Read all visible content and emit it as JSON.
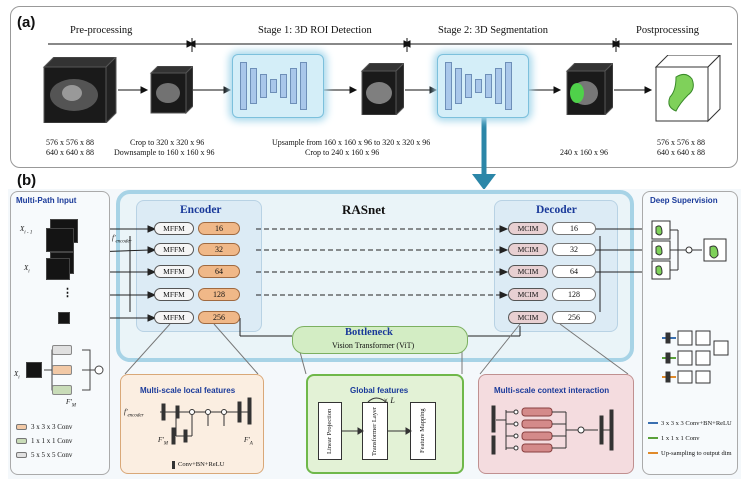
{
  "panel_a": {
    "label": "(a)",
    "stages": [
      "Pre-processing",
      "Stage 1: 3D ROI Detection",
      "Stage 2: 3D Segmentation",
      "Postprocessing"
    ],
    "captions": {
      "input_dims": [
        "576 x 576 x 88",
        "640 x 640 x 88"
      ],
      "crop": [
        "Crop to 320 x 320 x 96",
        "Downsample to 160 x 160 x 96"
      ],
      "upsample": [
        "Upsample from 160 x 160 x 96 to 320 x 320 x 96",
        "Crop to 240 x 160 x 96"
      ],
      "seg_dims": "240 x 160 x 96",
      "output_dims": [
        "576 x 576 x 88",
        "640 x 640 x 88"
      ]
    }
  },
  "panel_b": {
    "label": "(b)",
    "title": "RASnet",
    "multi_path": {
      "title": "Multi-Path Input",
      "inputs": [
        "X",
        "X",
        "F'",
        "F'",
        "X"
      ],
      "input_labels": {
        "x_top": "X",
        "x_top_sub": "i - 1",
        "x_mid": "X",
        "x_mid_sub": "i",
        "f_m": "F'",
        "f_m_sub": "M",
        "x_bottom": "X",
        "x_bottom_sub": "i",
        "f_bottom": "F'",
        "f_bottom_sub": "M"
      },
      "dots": "⋮",
      "legend": [
        "3 x 3 x 3 Conv",
        "1 x 1 x 1 Conv",
        "5 x 5 x 5 Conv"
      ],
      "legend_colors": [
        "#f2c9a6",
        "#c9dcb8",
        "#e0e0e0"
      ]
    },
    "encoder": {
      "title": "Encoder",
      "block_label": "MFFM",
      "channels": [
        "16",
        "32",
        "64",
        "128",
        "256"
      ],
      "f_encoder_label": "f'",
      "f_encoder_sub": "encoder",
      "f_m_label": "F'",
      "f_m_sub": "M"
    },
    "decoder": {
      "title": "Decoder",
      "block_label": "MCIM",
      "channels": [
        "16",
        "32",
        "64",
        "128",
        "256"
      ]
    },
    "bottleneck": {
      "title": "Bottleneck",
      "subtitle": "Vision Transformer (ViT)"
    },
    "deep_supervision": {
      "title": "Deep Supervision",
      "legend": [
        "3 x 3 x 3 Conv+BN+ReLU",
        "1 x 1 x 1 Conv",
        "Up-sampling to output dim"
      ],
      "legend_colors": [
        "#3a6fb0",
        "#5aa03a",
        "#e08a2a"
      ]
    },
    "local_features": {
      "title": "Multi-scale local features",
      "f_encoder": "f'",
      "f_encoder_sub": "encoder",
      "f_m": "F'",
      "f_m_sub": "M",
      "f_a": "F'",
      "f_a_sub": "A",
      "legend": "Conv+BN+ReLU"
    },
    "global_features": {
      "title": "Global features",
      "blocks": [
        "Linear Projection",
        "Transformer Layer",
        "Feature Mapping"
      ],
      "repeat": "× L"
    },
    "context_interaction": {
      "title": "Multi-scale context interaction"
    }
  }
}
